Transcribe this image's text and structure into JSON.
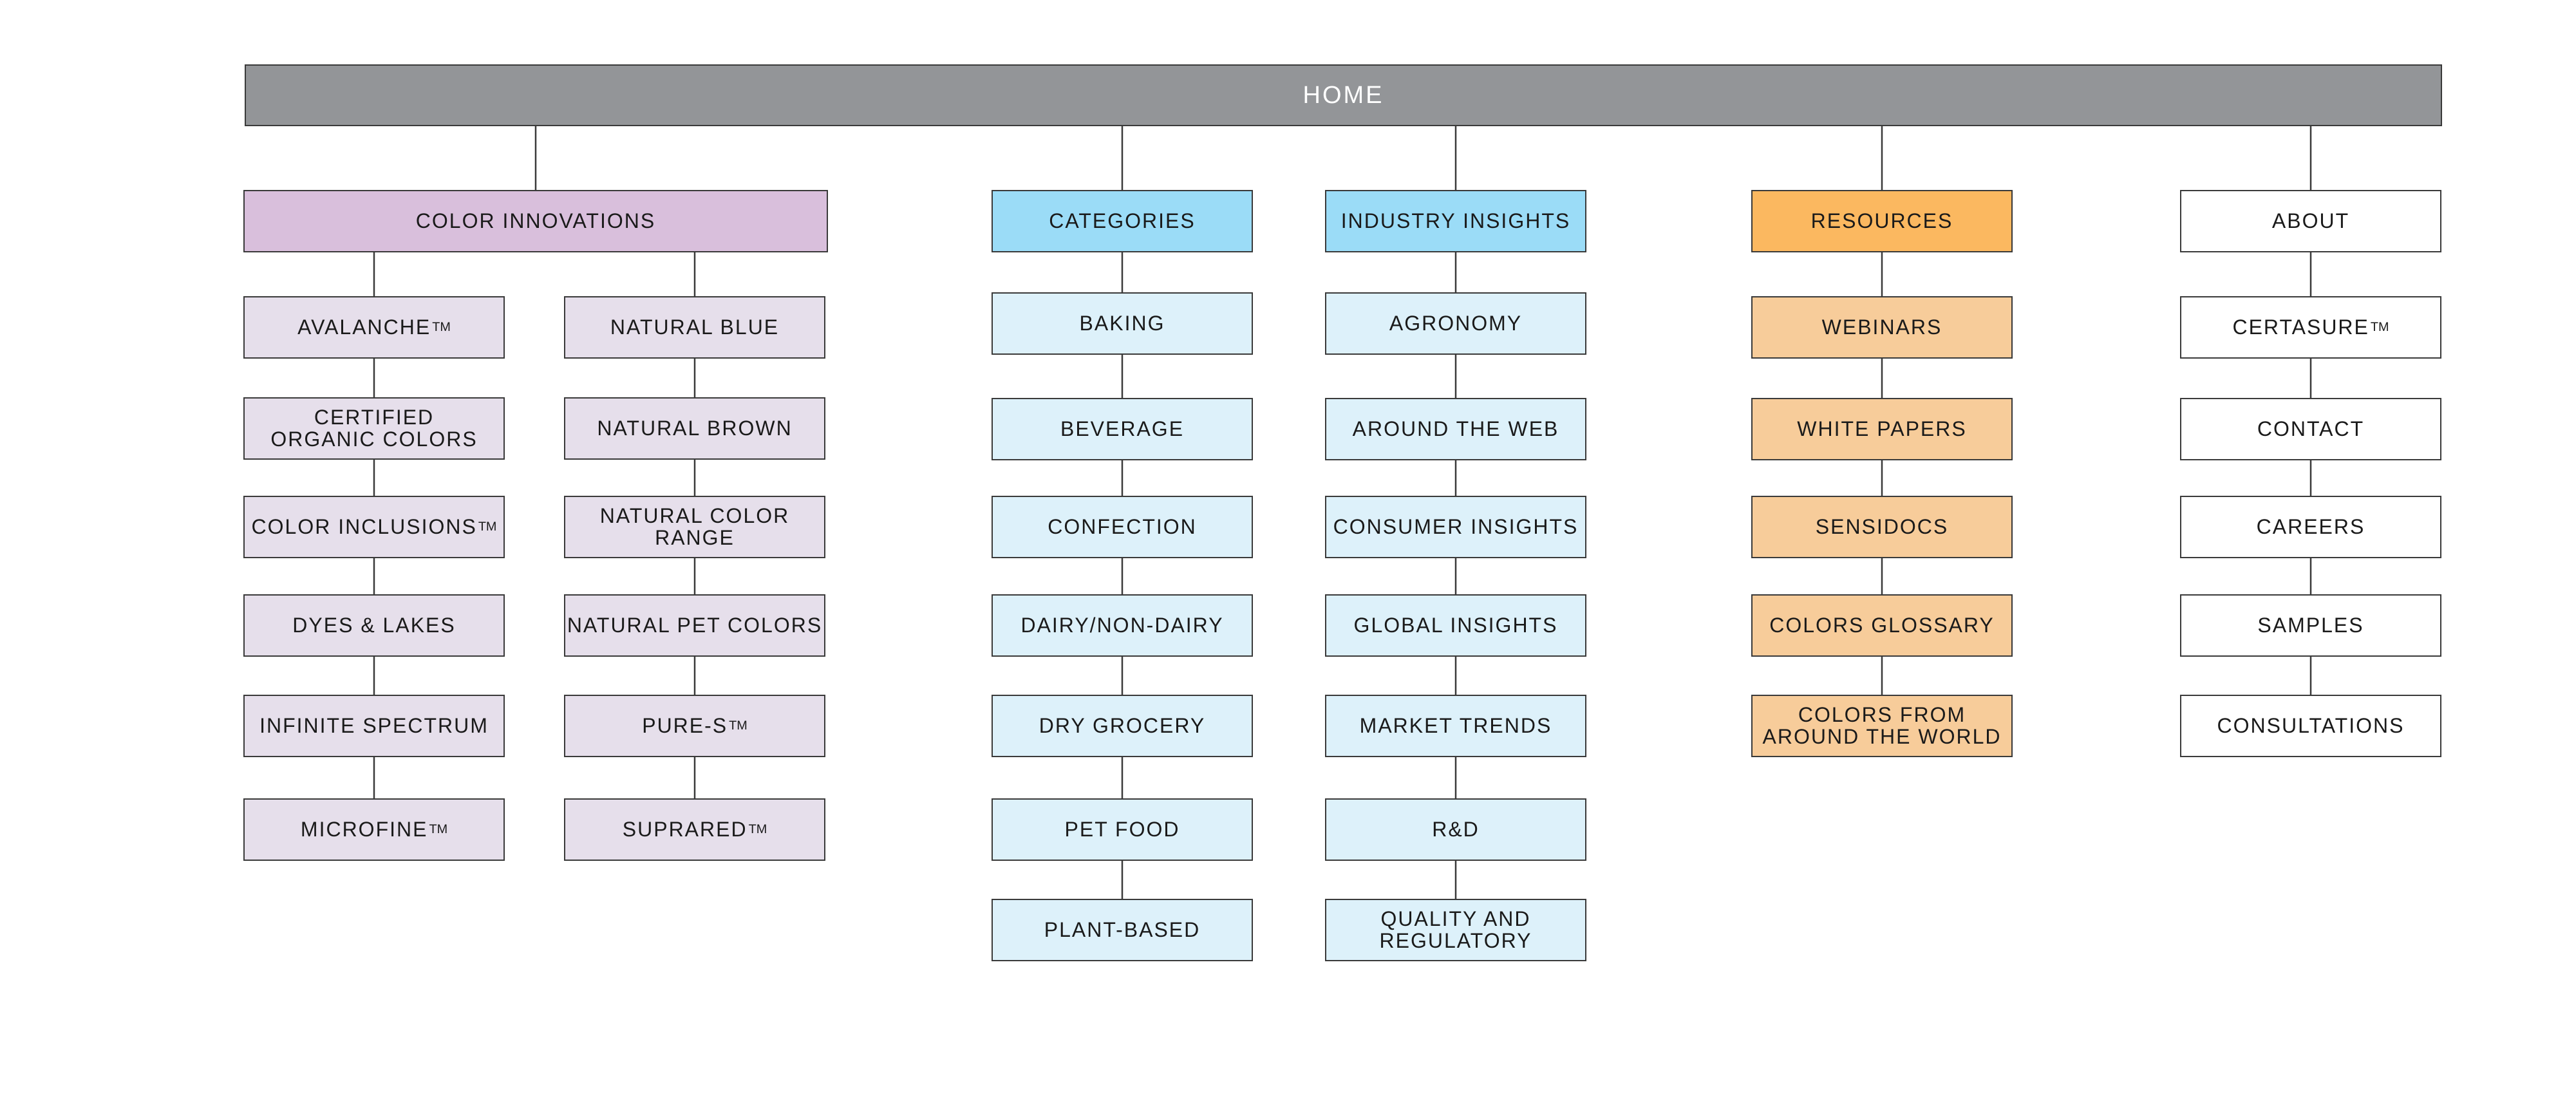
{
  "sitemap": {
    "home": {
      "label": "HOME",
      "color": "#939598"
    },
    "sections": [
      {
        "key": "color-innovations",
        "label": "COLOR INNOVATIONS",
        "header_color": "#d9bfdc",
        "item_color": "#e6dfeb",
        "columns": [
          [
            {
              "label": "AVALANCHE",
              "tm": "TM"
            },
            {
              "label": "CERTIFIED\nORGANIC COLORS"
            },
            {
              "label": "COLOR INCLUSIONS",
              "tm": "TM"
            },
            {
              "label": "DYES & LAKES"
            },
            {
              "label": "INFINITE SPECTRUM"
            },
            {
              "label": "MICROFINE",
              "tm": "TM"
            }
          ],
          [
            {
              "label": "NATURAL BLUE"
            },
            {
              "label": "NATURAL BROWN"
            },
            {
              "label": "NATURAL COLOR RANGE"
            },
            {
              "label": "NATURAL PET COLORS"
            },
            {
              "label": "PURE-S",
              "tm": "TM"
            },
            {
              "label": "SUPRARED",
              "tm": "TM"
            }
          ]
        ]
      },
      {
        "key": "categories",
        "label": "CATEGORIES",
        "header_color": "#9bdcf7",
        "item_color": "#ddf1fa",
        "columns": [
          [
            {
              "label": "BAKING"
            },
            {
              "label": "BEVERAGE"
            },
            {
              "label": "CONFECTION"
            },
            {
              "label": "DAIRY/NON-DAIRY"
            },
            {
              "label": "DRY GROCERY"
            },
            {
              "label": "PET FOOD"
            },
            {
              "label": "PLANT-BASED"
            }
          ]
        ]
      },
      {
        "key": "industry-insights",
        "label": "INDUSTRY INSIGHTS",
        "header_color": "#9bdcf7",
        "item_color": "#ddf1fa",
        "columns": [
          [
            {
              "label": "AGRONOMY"
            },
            {
              "label": "AROUND THE WEB"
            },
            {
              "label": "CONSUMER INSIGHTS"
            },
            {
              "label": "GLOBAL INSIGHTS"
            },
            {
              "label": "MARKET TRENDS"
            },
            {
              "label": "R&D"
            },
            {
              "label": "QUALITY AND\nREGULATORY"
            }
          ]
        ]
      },
      {
        "key": "resources",
        "label": "RESOURCES",
        "header_color": "#fbb860",
        "item_color": "#f7cc9a",
        "columns": [
          [
            {
              "label": "WEBINARS"
            },
            {
              "label": "WHITE PAPERS"
            },
            {
              "label": "SENSIDOCS"
            },
            {
              "label": "COLORS GLOSSARY"
            },
            {
              "label": "COLORS FROM\nAROUND THE WORLD"
            }
          ]
        ]
      },
      {
        "key": "about",
        "label": "ABOUT",
        "header_color": "#ffffff",
        "item_color": "#ffffff",
        "columns": [
          [
            {
              "label": "CERTASURE",
              "tm": "TM"
            },
            {
              "label": "CONTACT"
            },
            {
              "label": "CAREERS"
            },
            {
              "label": "SAMPLES"
            },
            {
              "label": "CONSULTATIONS"
            }
          ]
        ]
      }
    ]
  }
}
